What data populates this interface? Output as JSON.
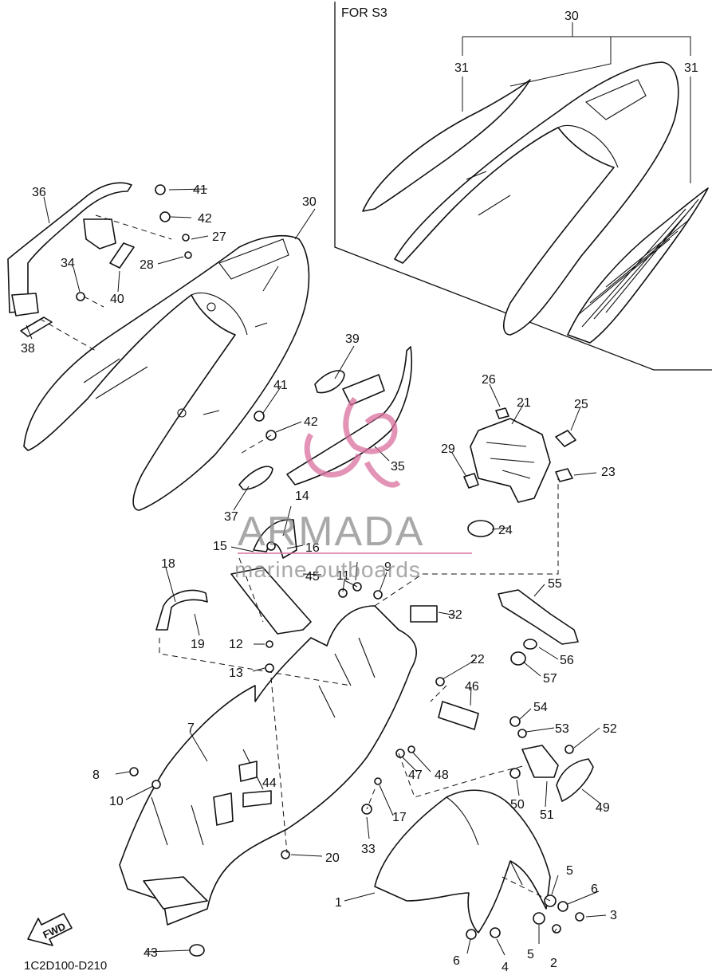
{
  "diagram": {
    "inset_title": "FOR S3",
    "diagram_code": "1C2D100-D210",
    "fwd_label": "FWD",
    "watermark": {
      "brand": "ARMADA",
      "tagline": "marine outboards",
      "logo_color": "#d9709e",
      "text_color": "#8c8c8c"
    },
    "callouts": [
      "1",
      "2",
      "3",
      "4",
      "5",
      "6",
      "7",
      "8",
      "9",
      "10",
      "11",
      "12",
      "13",
      "14",
      "15",
      "16",
      "17",
      "19",
      "18",
      "20",
      "21",
      "22",
      "23",
      "24",
      "25",
      "26",
      "27",
      "28",
      "29",
      "30",
      "31",
      "32",
      "33",
      "34",
      "35",
      "36",
      "37",
      "38",
      "39",
      "40",
      "41",
      "42",
      "43",
      "44",
      "45",
      "46",
      "47",
      "48",
      "49",
      "50",
      "51",
      "52",
      "53",
      "54",
      "55",
      "56",
      "57"
    ],
    "inset_callouts": {
      "c30": "30",
      "c31a": "31",
      "c31b": "31"
    },
    "repeat_callouts": {
      "c30b": "30",
      "c41b": "41",
      "c42b": "42",
      "c5b": "5",
      "c6b": "6"
    }
  }
}
